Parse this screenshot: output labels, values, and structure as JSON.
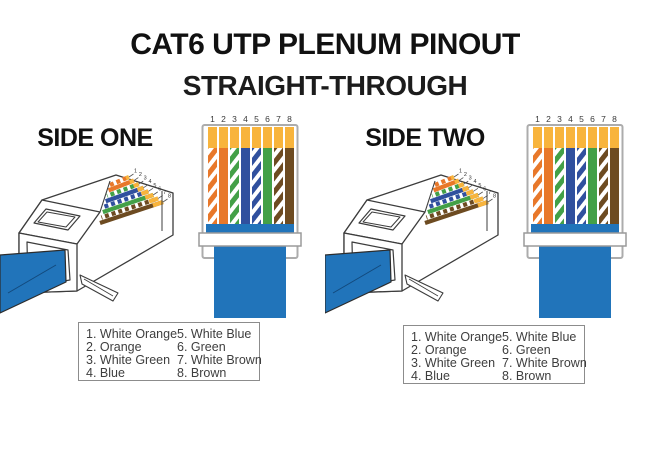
{
  "title": "CAT6 UTP PLENUM PINOUT",
  "subtitle": "STRAIGHT-THROUGH",
  "pin_numbers": [
    "1",
    "2",
    "3",
    "4",
    "5",
    "6",
    "7",
    "8"
  ],
  "wires": [
    {
      "pin": "1",
      "label": "White Orange",
      "style": "striped",
      "color": "#E8782A"
    },
    {
      "pin": "2",
      "label": "Orange",
      "style": "solid",
      "color": "#E8782A"
    },
    {
      "pin": "3",
      "label": "White Green",
      "style": "striped",
      "color": "#43A047"
    },
    {
      "pin": "4",
      "label": "Blue",
      "style": "solid",
      "color": "#30509E"
    },
    {
      "pin": "5",
      "label": "White Blue",
      "style": "striped",
      "color": "#30509E"
    },
    {
      "pin": "6",
      "label": "Green",
      "style": "solid",
      "color": "#43A047"
    },
    {
      "pin": "7",
      "label": "White Brown",
      "style": "striped",
      "color": "#6D4B21"
    },
    {
      "pin": "8",
      "label": "Brown",
      "style": "solid",
      "color": "#6D4B21"
    }
  ],
  "sides": [
    {
      "label": "SIDE ONE",
      "pin_list": [
        "1. White Orange",
        "2. Orange",
        "3. White Green",
        "4. Blue",
        "5. White Blue",
        "6. Green",
        "7. White Brown",
        "8. Brown"
      ]
    },
    {
      "label": "SIDE TWO",
      "pin_list": [
        "1. White Orange",
        "2. Orange",
        "3. White Green",
        "4. Blue",
        "5. White Blue",
        "6. Green",
        "7. White Brown",
        "8. Brown"
      ]
    }
  ],
  "colors": {
    "contact_gold": "#F8B43C",
    "cable_blue": "#2174BA",
    "cable_crease": "#12497C",
    "connector_outline": "#ACACAC",
    "line_dark": "#3C3C3C",
    "number_text": "#3A3A3A",
    "title_text": "#111111",
    "legend_text": "#3E3E3E"
  }
}
